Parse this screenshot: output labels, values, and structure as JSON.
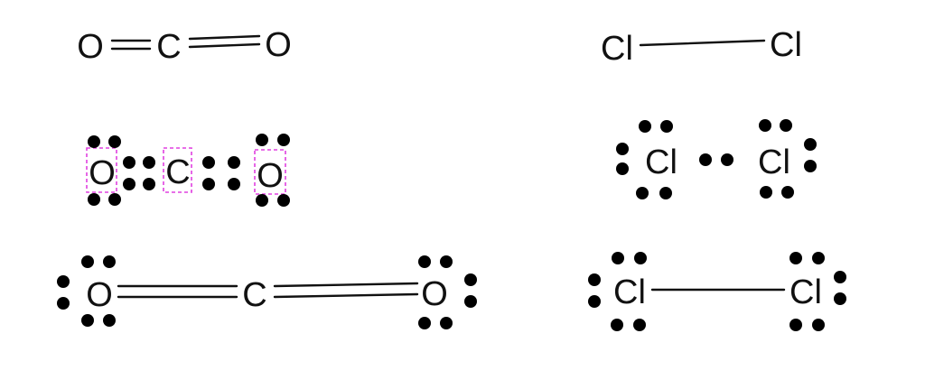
{
  "colors": {
    "ink": "#111111",
    "electron_dot": "#000000",
    "highlight_box": "#e040e0",
    "background": "#ffffff"
  },
  "co2_structural": {
    "left_atom": "O",
    "center_atom": "C",
    "right_atom": "O"
  },
  "co2_electron_dot": {
    "left_atom": "O",
    "center_atom": "C",
    "right_atom": "O"
  },
  "co2_lewis": {
    "left_atom": "O",
    "center_atom": "C",
    "right_atom": "O"
  },
  "cl2_structural": {
    "left_atom": "Cl",
    "right_atom": "Cl"
  },
  "cl2_electron_dot": {
    "left_atom": "Cl",
    "right_atom": "Cl"
  },
  "cl2_lewis": {
    "left_atom": "Cl",
    "right_atom": "Cl"
  }
}
